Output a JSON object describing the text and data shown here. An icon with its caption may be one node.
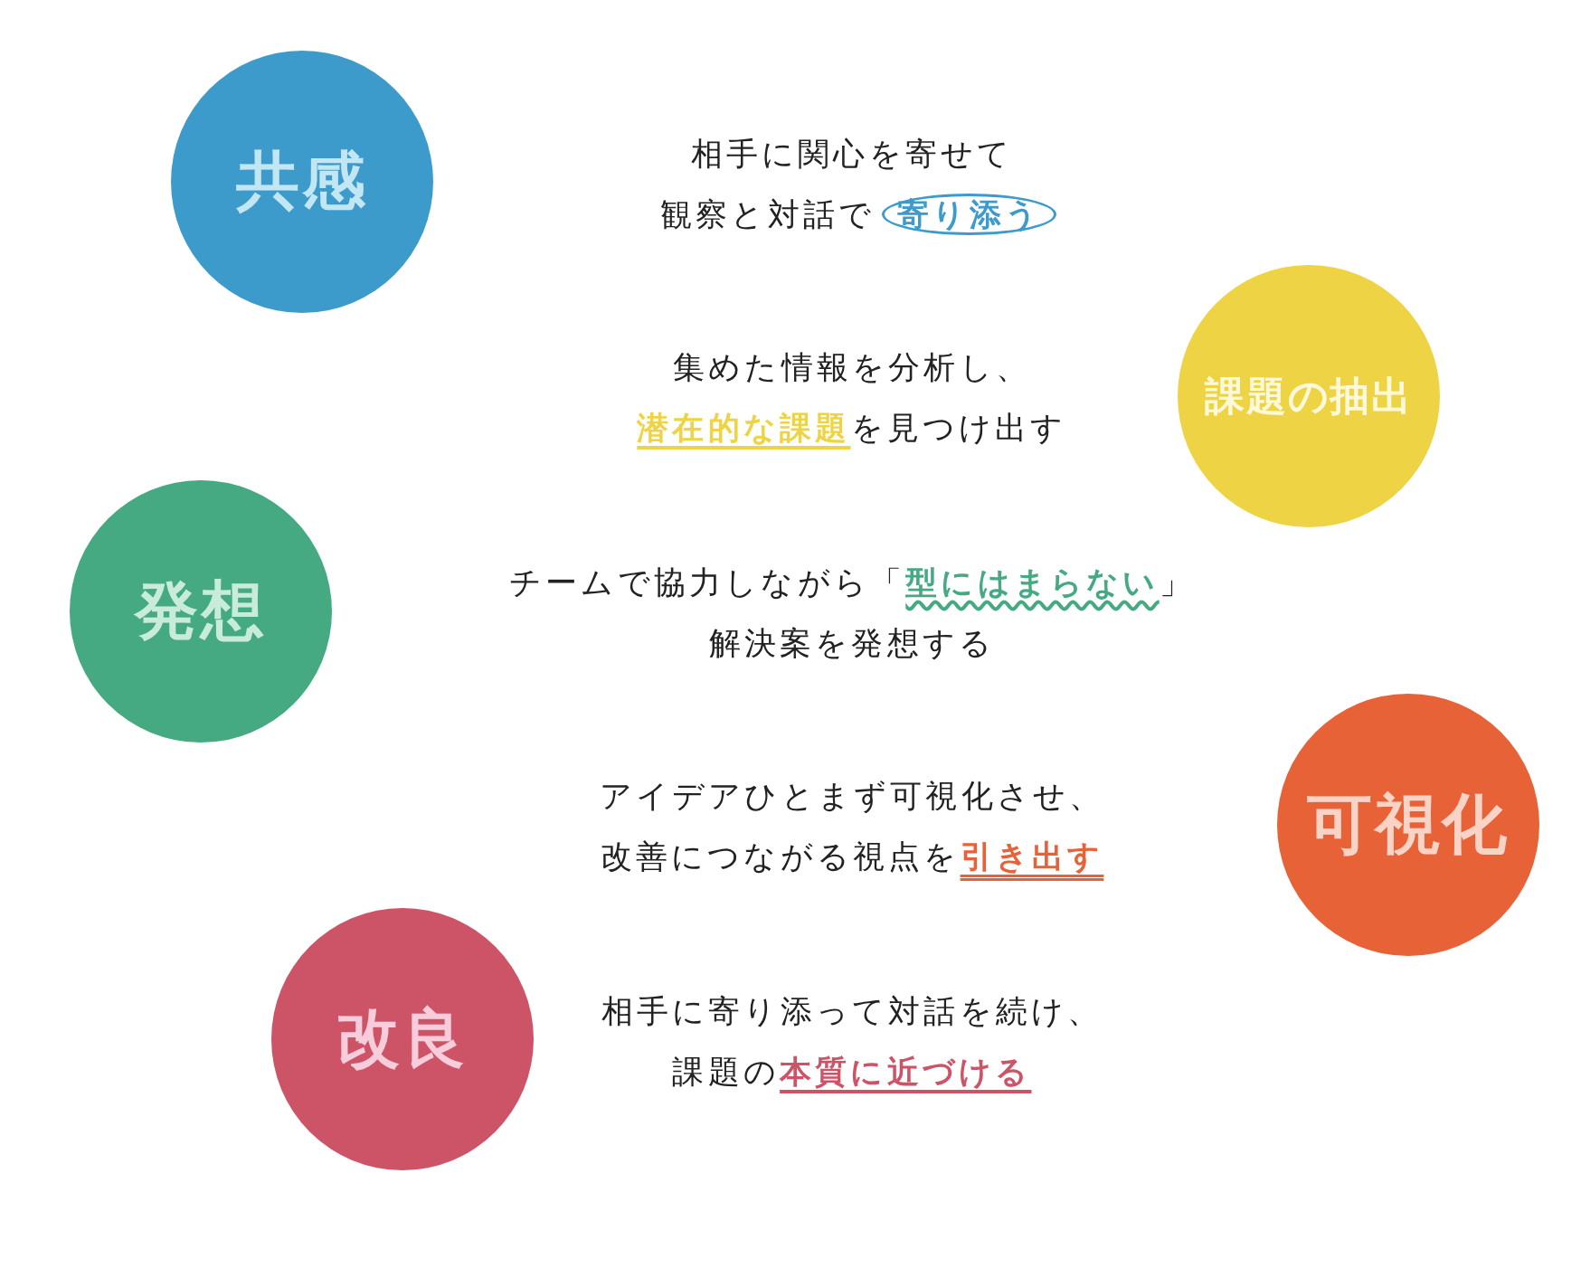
{
  "diagram": {
    "nodes": [
      {
        "text": [
          "共感"
        ]
      },
      {
        "text": [
          "課題の抽出"
        ]
      },
      {
        "text": [
          "発想"
        ]
      },
      {
        "text": [
          "可視化"
        ]
      },
      {
        "text": [
          "改良"
        ]
      }
    ],
    "labels": [
      "相手に関心を寄せて観察と対話で**寄り添う**",
      "集めた情報を分析し、**潜在的な課題**を見つけ出す",
      "チームで協力しながら「**型にはまらない**」解決案を発想する",
      "アイデアひとまず可視化させ、改善につながる視点を**引き出す**",
      "相手に寄り添って対話を続け、課題の**本質に近づける**"
    ]
  }
}
